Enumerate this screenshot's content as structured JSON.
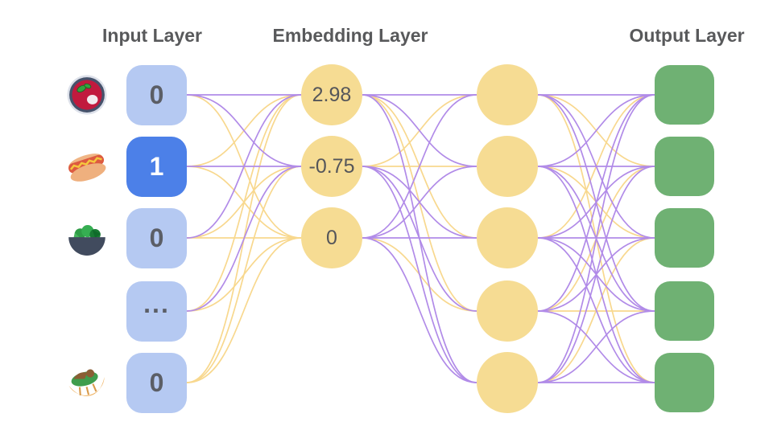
{
  "titles": {
    "input": "Input Layer",
    "embedding": "Embedding Layer",
    "output": "Output Layer"
  },
  "input_layer": {
    "nodes": [
      {
        "icon": "soup-icon",
        "label": "0",
        "active": false
      },
      {
        "icon": "hotdog-icon",
        "label": "1",
        "active": true
      },
      {
        "icon": "salad-icon",
        "label": "0",
        "active": false
      },
      {
        "icon": "",
        "label": "...",
        "active": false
      },
      {
        "icon": "pita-icon",
        "label": "0",
        "active": false
      }
    ]
  },
  "embedding_layer": {
    "nodes": [
      {
        "label": "2.98"
      },
      {
        "label": "-0.75"
      },
      {
        "label": "0"
      }
    ]
  },
  "hidden_layer": {
    "count": 5
  },
  "output_layer": {
    "count": 5
  },
  "colors": {
    "input_inactive": "#B5C9F2",
    "input_active": "#4C80E8",
    "input_text": "#5B5E66",
    "input_active_text": "#FFFFFF",
    "node_yellow": "#F6DC93",
    "node_green": "#6FB173",
    "wire_purple": "#B18BE8",
    "wire_yellow": "#F8D88E",
    "title_text": "#58595B"
  },
  "connections": {
    "input_to_embedding": [
      [
        "P",
        "P",
        "Y"
      ],
      [
        "Y",
        "P",
        "Y"
      ],
      [
        "P",
        "Y",
        "Y"
      ],
      [
        "Y",
        "P",
        "Y"
      ],
      [
        "Y",
        "Y",
        "Y"
      ]
    ],
    "embedding_to_hidden": [
      [
        "P",
        "P",
        "Y",
        "Y",
        "P"
      ],
      [
        "Y",
        "Y",
        "P",
        "P",
        "P"
      ],
      [
        "P",
        "P",
        "P",
        "Y",
        "P"
      ]
    ],
    "hidden_to_output": [
      [
        "P",
        "Y",
        "P",
        "P",
        "Y"
      ],
      [
        "P",
        "P",
        "Y",
        "P",
        "P"
      ],
      [
        "Y",
        "P",
        "P",
        "P",
        "P"
      ],
      [
        "P",
        "Y",
        "P",
        "Y",
        "P"
      ],
      [
        "P",
        "P",
        "Y",
        "P",
        "P"
      ]
    ]
  }
}
